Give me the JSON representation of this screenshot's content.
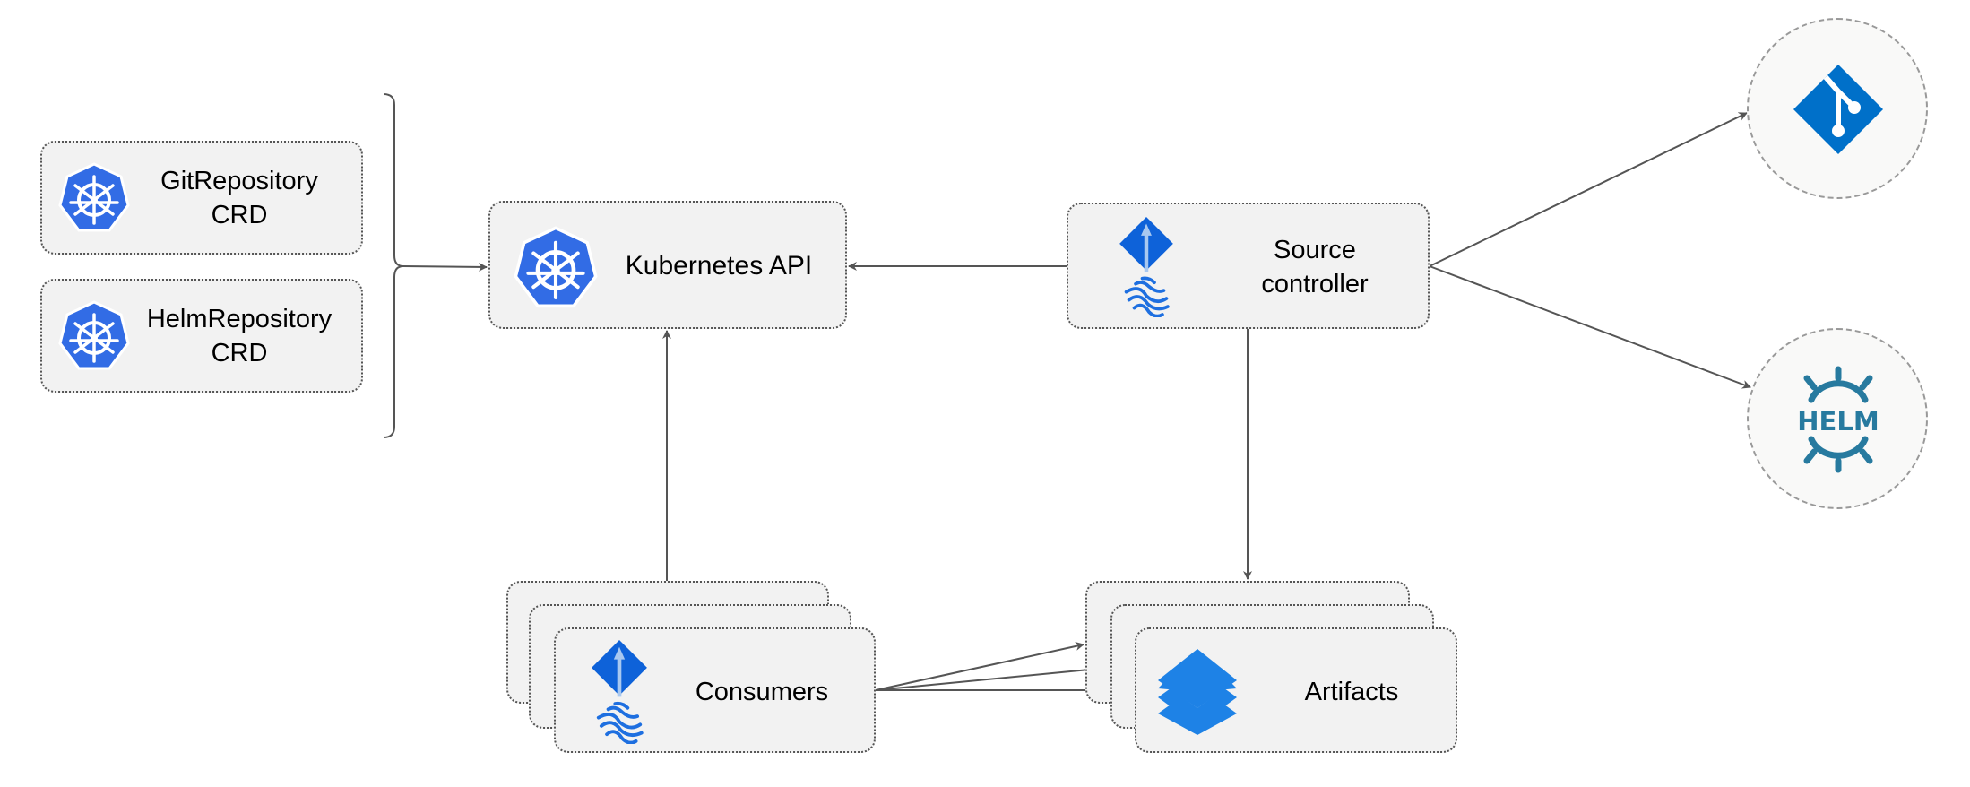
{
  "nodes": {
    "git_crd": {
      "line1": "GitRepository",
      "line2": "CRD",
      "icon": "kubernetes-icon"
    },
    "helm_crd": {
      "line1": "HelmRepository",
      "line2": "CRD",
      "icon": "kubernetes-icon"
    },
    "kube_api": {
      "label": "Kubernetes API",
      "icon": "kubernetes-icon"
    },
    "source_controller": {
      "line1": "Source",
      "line2": "controller",
      "icon": "flux-icon"
    },
    "consumers": {
      "label": "Consumers",
      "icon": "flux-icon"
    },
    "artifacts": {
      "label": "Artifacts",
      "icon": "layers-icon"
    },
    "git": {
      "icon": "git-icon"
    },
    "helm": {
      "label": "HELM",
      "icon": "helm-icon"
    }
  },
  "colors": {
    "kubernetes": "#326ce5",
    "flux": "#0e62d9",
    "git": "#0070c9",
    "helm": "#277a9f",
    "artifacts": "#1e82e6",
    "edge": "#555555"
  }
}
